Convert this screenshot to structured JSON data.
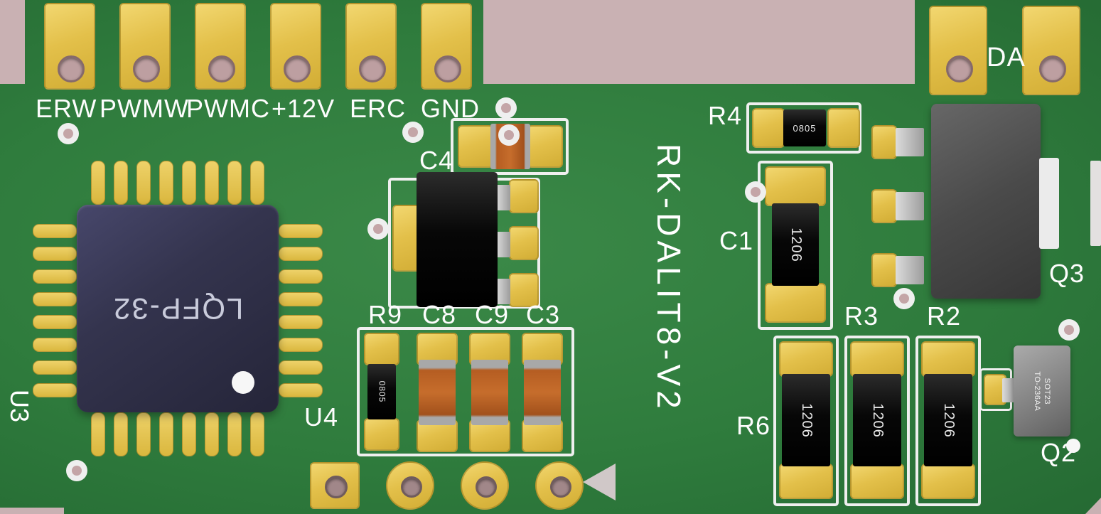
{
  "board": {
    "title_vertical": "RK-DALIT8-V2",
    "da_label": "DA",
    "connector_labels": [
      "ERW",
      "PWMW",
      "PWMC",
      "+12V",
      "ERC",
      "GND"
    ]
  },
  "refs": {
    "u3": "U3",
    "u4": "U4",
    "c4": "C4",
    "r9": "R9",
    "c8": "C8",
    "c9": "C9",
    "c3": "C3",
    "r4": "R4",
    "c1": "C1",
    "r3": "R3",
    "r2": "R2",
    "r6": "R6",
    "q3": "Q3",
    "q2": "Q2"
  },
  "markings": {
    "lqfp_package": "LQFP-32",
    "r9_size": "0805",
    "r4_size": "0805",
    "c1_size": "1206",
    "r6_size": "1206",
    "r3_size": "1206",
    "r2_size": "1206",
    "q2_package": "SOT23",
    "q2_variant": "TO-236AA"
  },
  "colors": {
    "background": "#c9b1b3",
    "board_green": "#2f7c3d",
    "pad_yellow": "#e3c04a",
    "silkscreen": "#ffffff",
    "component_black": "#0a0a0a",
    "capacitor_orange": "#b55d22",
    "chip_navy": "#34344e",
    "component_gray": "#4a4a4a"
  }
}
